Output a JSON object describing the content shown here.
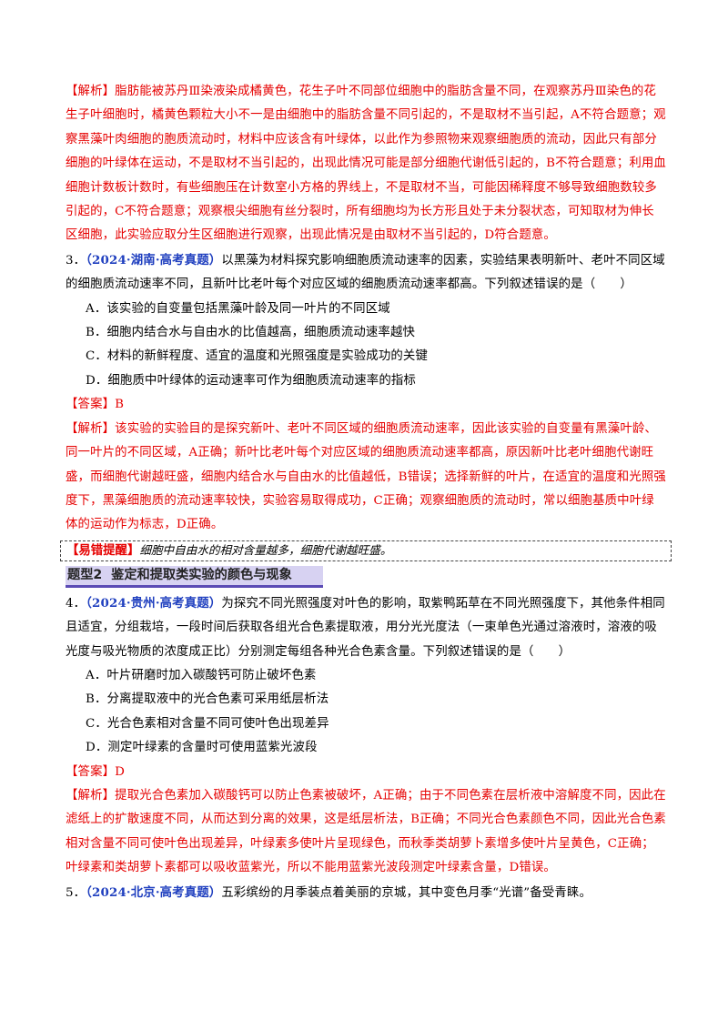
{
  "analysis_q2": "【解析】脂肪能被苏丹Ⅲ染液染成橘黄色，花生子叶不同部位细胞中的脂肪含量不同，在观察苏丹Ⅲ染色的花生子叶细胞时，橘黄色颗粒大小不一是由细胞中的脂肪含量不同引起的，不是取材不当引起，A不符合题意；观察黑藻叶肉细胞的胞质流动时，材料中应该含有叶绿体，以此作为参照物来观察细胞质的流动，因此只有部分细胞的叶绿体在运动，不是取材不当引起的，出现此情况可能是部分细胞代谢低引起的，B不符合题意；利用血细胞计数板计数时，有些细胞压在计数室小方格的界线上，不是取材不当，可能因稀释度不够导致细胞数较多引起的，C不符合题意；观察根尖细胞有丝分裂时，所有细胞均为长方形且处于未分裂状态，可知取材为伸长区细胞，此实验应取分生区细胞进行观察，出现此情况是由取材不当引起的，D符合题意。",
  "q3": {
    "number": "3．",
    "source": "（2024·湖南·高考真题）",
    "stem": "以黑藻为材料探究影响细胞质流动速率的因素，实验结果表明新叶、老叶不同区域的细胞质流动速率不同，且新叶比老叶每个对应区域的细胞质流动速率都高。下列叙述错误的是（　　）",
    "options": [
      "A．该实验的自变量包括黑藻叶龄及同一叶片的不同区域",
      "B．细胞内结合水与自由水的比值越高，细胞质流动速率越快",
      "C．材料的新鲜程度、适宜的温度和光照强度是实验成功的关键",
      "D．细胞质中叶绿体的运动速率可作为细胞质流动速率的指标"
    ],
    "answer": "【答案】B",
    "analysis": "【解析】该实验的实验目的是探究新叶、老叶不同区域的细胞质流动速率，因此该实验的自变量有黑藻叶龄、同一叶片的不同区域，A正确；新叶比老叶每个对应区域的细胞质流动速率都高，原因新叶比老叶细胞代谢旺盛，而细胞代谢越旺盛，细胞内结合水与自由水的比值越低，B错误；选择新鲜的叶片，在适宜的温度和光照强度下，黑藻细胞质的流动速率较快，实验容易取得成功，C正确；观察细胞质的流动时，常以细胞基质中叶绿体的运动作为标志，D正确。"
  },
  "tip": {
    "label": "【易错提醒】",
    "text": "细胞中自由水的相对含量越多，细胞代谢越旺盛。"
  },
  "section_heading": {
    "label": "题型2",
    "title": "鉴定和提取类实验的颜色与现象"
  },
  "q4": {
    "number": "4．",
    "source": "（2024·贵州·高考真题）",
    "stem": "为探究不同光照强度对叶色的影响，取紫鸭跖草在不同光照强度下，其他条件相同且适宜，分组栽培，一段时间后获取各组光合色素提取液，用分光光度法（一束单色光通过溶液时，溶液的吸光度与吸光物质的浓度成正比）分别测定每组各种光合色素含量。下列叙述错误的是（　　）",
    "options": [
      "A．叶片研磨时加入碳酸钙可防止破坏色素",
      "B．分离提取液中的光合色素可采用纸层析法",
      "C．光合色素相对含量不同可使叶色出现差异",
      "D．测定叶绿素的含量时可使用蓝紫光波段"
    ],
    "answer": "【答案】D",
    "analysis": "【解析】提取光合色素加入碳酸钙可以防止色素被破坏，A正确；由于不同色素在层析液中溶解度不同，因此在滤纸上的扩散速度不同，从而达到分离的效果，这是纸层析法，B正确；不同光合色素颜色不同，因此光合色素相对含量不同可使叶色出现差异，叶绿素多使叶片呈现绿色，而秋季类胡萝卜素增多使叶片呈黄色，C正确；叶绿素和类胡萝卜素都可以吸收蓝紫光，所以不能用蓝紫光波段测定叶绿素含量，D错误。"
  },
  "q5": {
    "number": "5．",
    "source": "（2024·北京·高考真题）",
    "stem": "五彩缤纷的月季装点着美丽的京城，其中变色月季“光谱”备受青睐。"
  }
}
